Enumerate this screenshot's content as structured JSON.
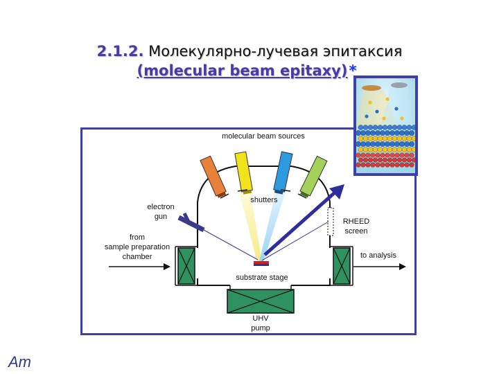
{
  "title": {
    "number": "2.1.2.",
    "russian": "Молекулярно-лучевая эпитаксия",
    "english": "(molecular beam epitaxy)",
    "star": "*"
  },
  "diagram": {
    "labels": {
      "sources": "molecular beam sources",
      "shutters": "shutters",
      "electron_gun_1": "electron",
      "electron_gun_2": "gun",
      "rheed_1": "RHEED",
      "rheed_2": "screen",
      "from_1": "from",
      "from_2": "sample preparation",
      "from_3": "chamber",
      "to_analysis": "to analysis",
      "substrate": "substrate stage",
      "uhv_1": "UHV",
      "uhv_2": "pump"
    },
    "source_colors": [
      "#e8823a",
      "#f2e21a",
      "#2d9be0",
      "#a5d05a"
    ]
  },
  "logo": {
    "text": "Am"
  }
}
